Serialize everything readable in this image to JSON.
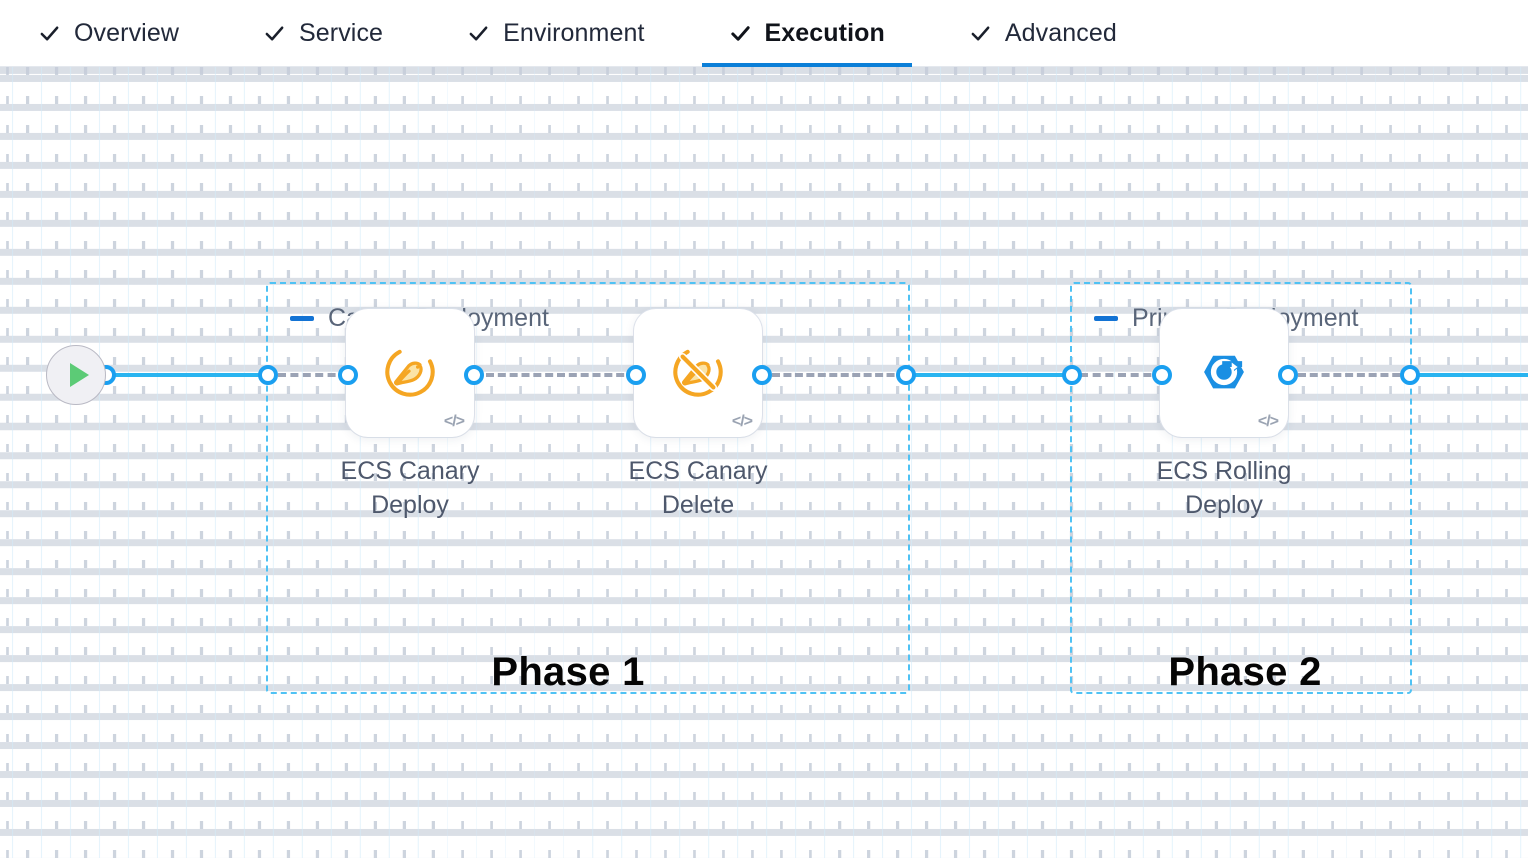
{
  "tabs": [
    {
      "label": "Overview",
      "icon": "check-icon",
      "active": false
    },
    {
      "label": "Service",
      "icon": "check-icon",
      "active": false
    },
    {
      "label": "Environment",
      "icon": "check-icon",
      "active": false
    },
    {
      "label": "Execution",
      "icon": "check-icon",
      "active": true
    },
    {
      "label": "Advanced",
      "icon": "check-icon",
      "active": false
    }
  ],
  "canvas": {
    "start_node": {
      "icon": "play-icon",
      "label": ""
    },
    "groups": [
      {
        "title": "Canary Deployment",
        "collapse_icon": "minus-icon"
      },
      {
        "title": "Primary Deployment",
        "collapse_icon": "minus-icon"
      }
    ],
    "nodes": [
      {
        "label": "ECS Canary Deploy",
        "icon": "canary-deploy-icon",
        "badge": "</>"
      },
      {
        "label": "ECS Canary Delete",
        "icon": "canary-delete-icon",
        "badge": "</>"
      },
      {
        "label": "ECS Rolling Deploy",
        "icon": "rolling-deploy-icon",
        "badge": "</>"
      }
    ],
    "phase_captions": [
      {
        "label": "Phase 1"
      },
      {
        "label": "Phase 2"
      }
    ]
  },
  "colors": {
    "accent_blue": "#1a9ff0",
    "wire_blue": "#29b4f0",
    "group_border": "#4fc2f4",
    "tab_active_underline": "#0b7fd8",
    "canary_orange": "#f5a623",
    "rolling_blue": "#1a8fe3",
    "play_green": "#5ccb76",
    "dashed_wire_gray": "#9aa2b4"
  }
}
